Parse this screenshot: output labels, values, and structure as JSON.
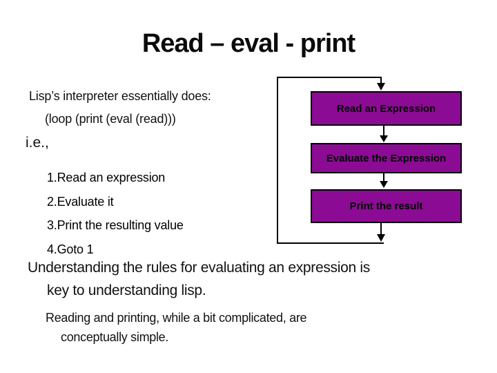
{
  "slide": {
    "title": "Read – eval - print",
    "body": {
      "intro": "Lisp’s interpreter essentially does:",
      "code": "(loop (print (eval (read)))",
      "ie": "i.e.,",
      "steps": [
        "1.Read an expression",
        "2.Evaluate it",
        "3.Print the resulting value",
        "4.Goto 1"
      ]
    },
    "flowchart": {
      "boxes": [
        {
          "label": "Read an Expression"
        },
        {
          "label": "Evaluate the Expression"
        },
        {
          "label": "Print the result"
        }
      ],
      "box_fill_color": "#8C0B94",
      "box_border_color": "#000000",
      "arrow_color": "#000000"
    },
    "notes": {
      "para1_lines": [
        "Understanding the rules for evaluating an expression is",
        "key to understanding lisp."
      ],
      "para2_lines": [
        "Reading and printing, while a bit complicated, are",
        "conceptually simple."
      ]
    }
  }
}
